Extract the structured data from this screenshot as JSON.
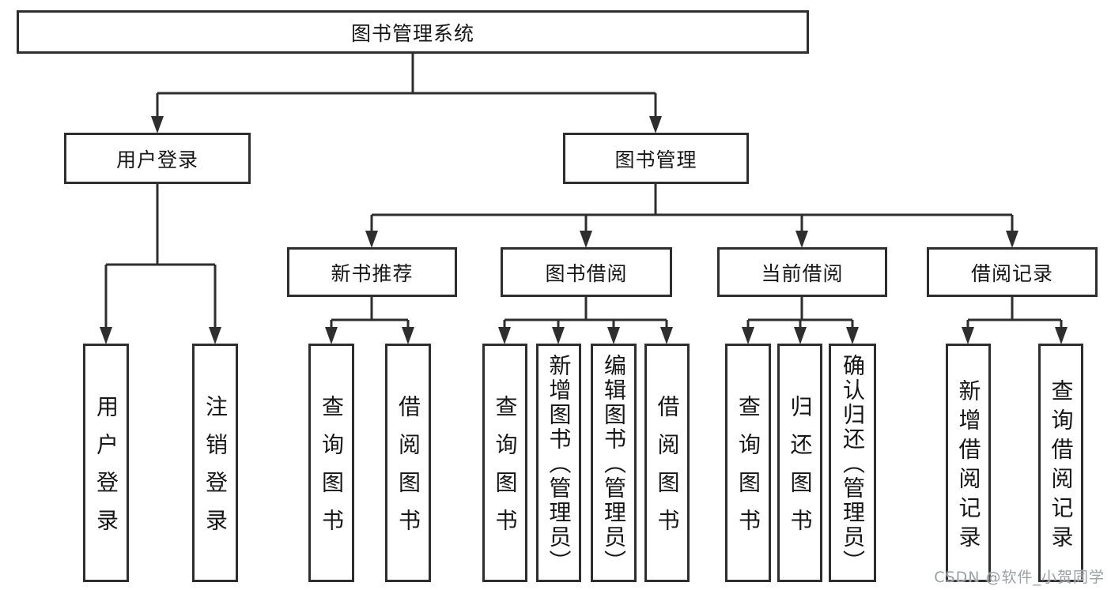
{
  "diagram_title": "图书管理系统",
  "nodes": {
    "root": {
      "label": "图书管理系统"
    },
    "user_login": {
      "label": "用户登录"
    },
    "book_mgmt": {
      "label": "图书管理"
    },
    "new_books": {
      "label": "新书推荐"
    },
    "book_borrow": {
      "label": "图书借阅"
    },
    "current_borrow": {
      "label": "当前借阅"
    },
    "borrow_records": {
      "label": "借阅记录"
    },
    "leaf_user_login": {
      "label": "用户登录"
    },
    "leaf_logout": {
      "label": "注销登录"
    },
    "leaf_nb_query": {
      "label": "查询图书"
    },
    "leaf_nb_borrow": {
      "label": "借阅图书"
    },
    "leaf_bb_query": {
      "label": "查询图书"
    },
    "leaf_bb_add": {
      "label": "新增图书（管理员）"
    },
    "leaf_bb_edit": {
      "label": "编辑图书（管理员）"
    },
    "leaf_bb_borrow": {
      "label": "借阅图书"
    },
    "leaf_cb_query": {
      "label": "查询图书"
    },
    "leaf_cb_return": {
      "label": "归还图书"
    },
    "leaf_cb_confirm": {
      "label": "确认归还（管理员）"
    },
    "leaf_br_add": {
      "label": "新增借阅记录"
    },
    "leaf_br_query": {
      "label": "查询借阅记录"
    }
  },
  "hierarchy": {
    "图书管理系统": {
      "用户登录": [
        "用户登录",
        "注销登录"
      ],
      "图书管理": {
        "新书推荐": [
          "查询图书",
          "借阅图书"
        ],
        "图书借阅": [
          "查询图书",
          "新增图书（管理员）",
          "编辑图书（管理员）",
          "借阅图书"
        ],
        "当前借阅": [
          "查询图书",
          "归还图书",
          "确认归还（管理员）"
        ],
        "借阅记录": [
          "新增借阅记录",
          "查询借阅记录"
        ]
      }
    }
  },
  "watermark": "CSDN @软件_小贺同学",
  "colors": {
    "line": "#2e2e2e",
    "text": "#161616",
    "watermark": "#9ba0a5",
    "background": "#ffffff"
  }
}
